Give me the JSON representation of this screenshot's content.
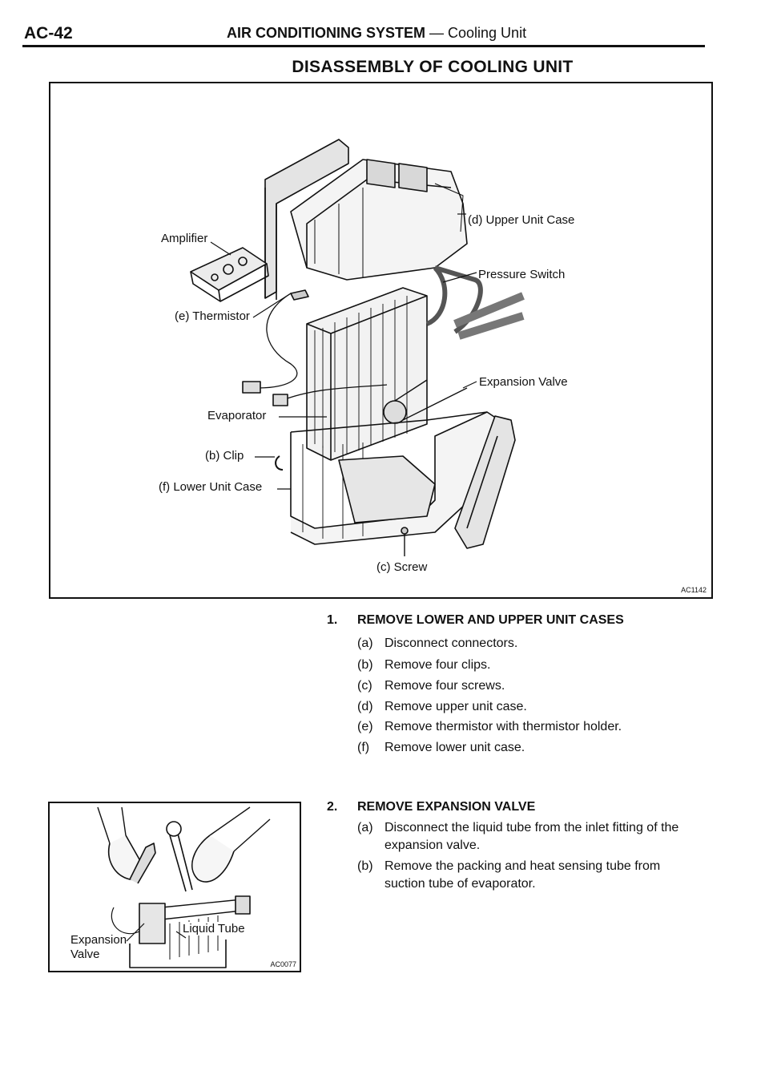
{
  "header": {
    "code": "AC-42",
    "section_bold": "AIR CONDITIONING SYSTEM",
    "section_rest": " — Cooling Unit"
  },
  "title": "DISASSEMBLY OF COOLING UNIT",
  "figure_main": {
    "code": "AC1142",
    "labels": {
      "amplifier": "Amplifier",
      "thermistor": "(e) Thermistor",
      "evaporator": "Evaporator",
      "clip": "(b) Clip",
      "lower_case": "(f) Lower Unit Case",
      "upper_case": "(d) Upper Unit Case",
      "pressure_switch": "Pressure Switch",
      "expansion_valve": "Expansion Valve",
      "screw": "(c) Screw"
    }
  },
  "step1": {
    "number": "1.",
    "title": "REMOVE LOWER AND UPPER UNIT CASES",
    "items": [
      {
        "letter": "(a)",
        "text": "Disconnect connectors."
      },
      {
        "letter": "(b)",
        "text": "Remove four clips."
      },
      {
        "letter": "(c)",
        "text": "Remove four screws."
      },
      {
        "letter": "(d)",
        "text": "Remove upper unit case."
      },
      {
        "letter": "(e)",
        "text": "Remove thermistor with thermistor holder."
      },
      {
        "letter": "(f)",
        "text": "Remove lower unit case."
      }
    ]
  },
  "step2": {
    "number": "2.",
    "title": "REMOVE EXPANSION VALVE",
    "items": [
      {
        "letter": "(a)",
        "text": "Disconnect the liquid tube from the inlet fitting of the expansion valve."
      },
      {
        "letter": "(b)",
        "text": "Remove the packing and heat sensing tube from suction tube of evaporator."
      }
    ]
  },
  "figure_small": {
    "code": "AC0077",
    "labels": {
      "expansion": "Expansion",
      "valve": "Valve",
      "liquid_tube": "Liquid Tube"
    }
  }
}
